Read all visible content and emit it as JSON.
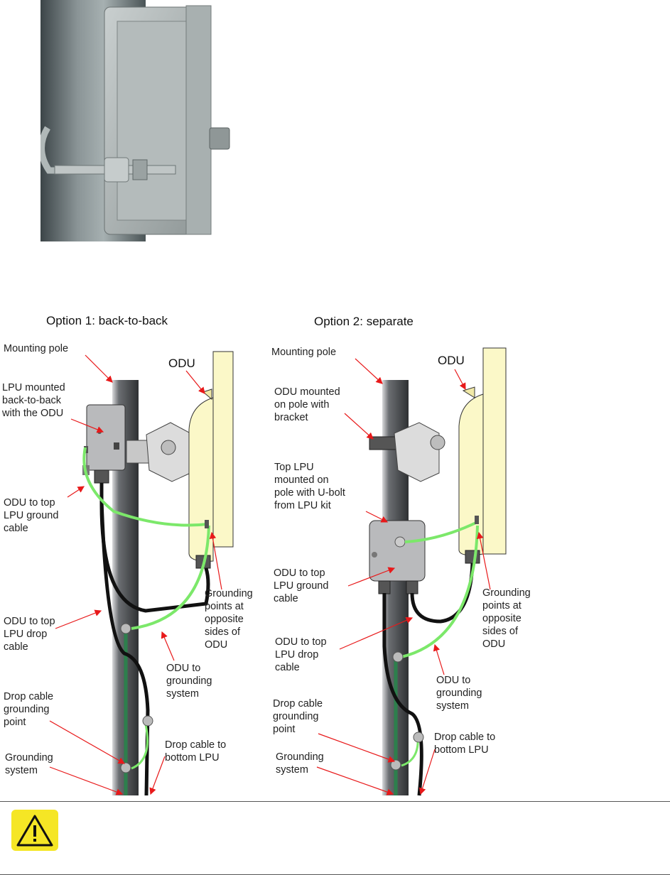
{
  "photo": {
    "alt": "bracket-photo"
  },
  "option1": {
    "title": "Option 1: back-to-back",
    "labels": {
      "mounting_pole": "Mounting pole",
      "odu": "ODU",
      "lpu_mounted_1": "LPU mounted",
      "lpu_mounted_2": "back-to-back",
      "lpu_mounted_3": "with the ODU",
      "ground_cable_1": "ODU to top",
      "ground_cable_2": "LPU  ground",
      "ground_cable_3": "cable",
      "grounding_points_1": "Grounding",
      "grounding_points_2": "points at",
      "grounding_points_3": "opposite",
      "grounding_points_4": "sides of",
      "grounding_points_5": "ODU",
      "drop_cable_1": "ODU to top",
      "drop_cable_2": "LPU  drop",
      "drop_cable_3": "cable",
      "odu_grounding_1": "ODU to",
      "odu_grounding_2": "grounding",
      "odu_grounding_3": "system",
      "drop_ground_pt_1": "Drop cable",
      "drop_ground_pt_2": "grounding",
      "drop_ground_pt_3": "point",
      "grounding_system_1": "Grounding",
      "grounding_system_2": "system",
      "drop_bottom_1": "Drop cable to",
      "drop_bottom_2": "bottom LPU"
    }
  },
  "option2": {
    "title": "Option 2: separate",
    "labels": {
      "mounting_pole": "Mounting pole",
      "odu": "ODU",
      "odu_mounted_1": "ODU mounted",
      "odu_mounted_2": "on pole with",
      "odu_mounted_3": "bracket",
      "top_lpu_1": "Top LPU",
      "top_lpu_2": "mounted on",
      "top_lpu_3": "pole with U-bolt",
      "top_lpu_4": "from LPU kit",
      "ground_cable_1": "ODU to top",
      "ground_cable_2": "LPU  ground",
      "ground_cable_3": "cable",
      "grounding_points_1": "Grounding",
      "grounding_points_2": "points at",
      "grounding_points_3": "opposite",
      "grounding_points_4": "sides of",
      "grounding_points_5": "ODU",
      "drop_cable_1": "ODU to top",
      "drop_cable_2": "LPU  drop",
      "drop_cable_3": "cable",
      "odu_grounding_1": "ODU to",
      "odu_grounding_2": "grounding",
      "odu_grounding_3": "system",
      "drop_ground_pt_1": "Drop cable",
      "drop_ground_pt_2": "grounding",
      "drop_ground_pt_3": "point",
      "grounding_system_1": "Grounding",
      "grounding_system_2": "system",
      "drop_bottom_1": "Drop cable to",
      "drop_bottom_2": "bottom LPU"
    }
  },
  "colors": {
    "odu_fill": "#fbf8c8",
    "green_cable": "#7ce86a",
    "arrow": "#e8191a",
    "caution_fill": "#f5e625"
  },
  "icons": {
    "caution": "caution-warning-icon"
  }
}
